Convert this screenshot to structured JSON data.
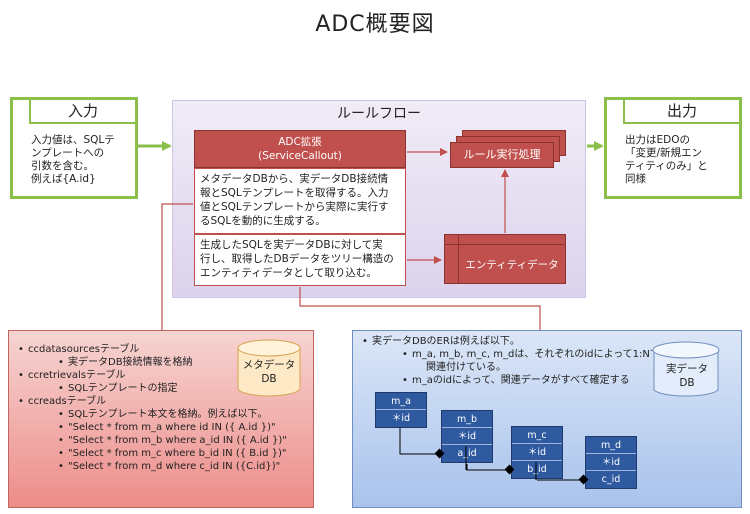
{
  "title": "ADC概要図",
  "input": {
    "heading": "入力",
    "text": "入力値は、SQLテ\nンプレートへの\n引数を含む。\n例えば{A.id}"
  },
  "output": {
    "heading": "出力",
    "text": "出力はEDOの\n「変更/新規エン\nティティのみ」と\n同様"
  },
  "rule_flow": {
    "title": "ルールフロー",
    "adc_header_line1": "ADC拡張",
    "adc_header_line2": "(ServiceCallout)",
    "step1": "メタデータDBから、実データDB接続情\n報とSQLテンプレートを取得する。入力\n値とSQLテンプレートから実際に実行す\nるSQLを動的に生成する。",
    "step2": "生成したSQLを実データDBに対して実\n行し、取得したDBデータをツリー構造の\nエンティティデータとして取り込む。",
    "rule_exec": "ルール実行処理",
    "entity_data": "エンティティデータ"
  },
  "meta": {
    "db_label_line1": "メタデータ",
    "db_label_line2": "DB",
    "items": [
      {
        "level": 1,
        "bullet": "•",
        "text": "ccdatasourcesテーブル"
      },
      {
        "level": 2,
        "bullet": "•",
        "text": "実データDB接続情報を格納"
      },
      {
        "level": 1,
        "bullet": "•",
        "text": "ccretrievalsテーブル"
      },
      {
        "level": 2,
        "bullet": "•",
        "text": "SQLテンプレートの指定"
      },
      {
        "level": 1,
        "bullet": "•",
        "text": "ccreadsテーブル"
      },
      {
        "level": 2,
        "bullet": "•",
        "text": "SQLテンプレート本文を格納。例えば以下。"
      },
      {
        "level": 2,
        "bullet": "•",
        "text": "\"Select * from m_a where id IN ({ A.id })\""
      },
      {
        "level": 2,
        "bullet": "•",
        "text": "\"Select * from m_b where a_id IN ({ A.id })\""
      },
      {
        "level": 2,
        "bullet": "•",
        "text": "\"Select * from m_c where b_id IN ({ B.id })\""
      },
      {
        "level": 2,
        "bullet": "•",
        "text": "\"Select * from m_d where c_id IN ({C.id})\""
      }
    ]
  },
  "real": {
    "db_label_line1": "実データ",
    "db_label_line2": "DB",
    "items": [
      {
        "level": 1,
        "bullet": "•",
        "text": "実データDBのERは例えば以下。"
      },
      {
        "level": 2,
        "bullet": "•",
        "text": "m_a, m_b, m_c, m_dは、それぞれのidによって1:Nで"
      },
      {
        "level": 3,
        "bullet": "",
        "text": "関連付けている。"
      },
      {
        "level": 2,
        "bullet": "•",
        "text": "m_aのidによって、関連データがすべて確定する"
      }
    ],
    "tables": [
      {
        "name": "m_a",
        "cells": [
          "＊id"
        ]
      },
      {
        "name": "m_b",
        "cells": [
          "＊id",
          "a_id"
        ]
      },
      {
        "name": "m_c",
        "cells": [
          "＊id",
          "b_id"
        ]
      },
      {
        "name": "m_d",
        "cells": [
          "＊id",
          "c_id"
        ]
      }
    ]
  },
  "colors": {
    "io_border": "#8cbf4a",
    "adc_red": "#c0504d",
    "meta_panel": "#ed8d89",
    "real_panel": "#a9c3ec",
    "table_blue": "#2f5aa0"
  }
}
